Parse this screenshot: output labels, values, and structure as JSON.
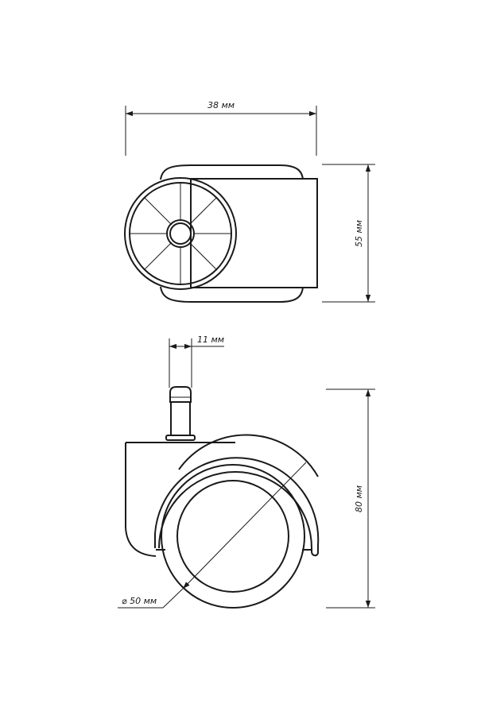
{
  "drawing": {
    "title": "Chair caster wheel dimensions",
    "dimensions": {
      "width_top": "38 мм",
      "height_top": "55 мм",
      "stem_diameter": "11 мм",
      "height_side": "80 мм",
      "wheel_diameter": "⌀ 50 мм"
    },
    "line_color": "#1a1a1a"
  }
}
